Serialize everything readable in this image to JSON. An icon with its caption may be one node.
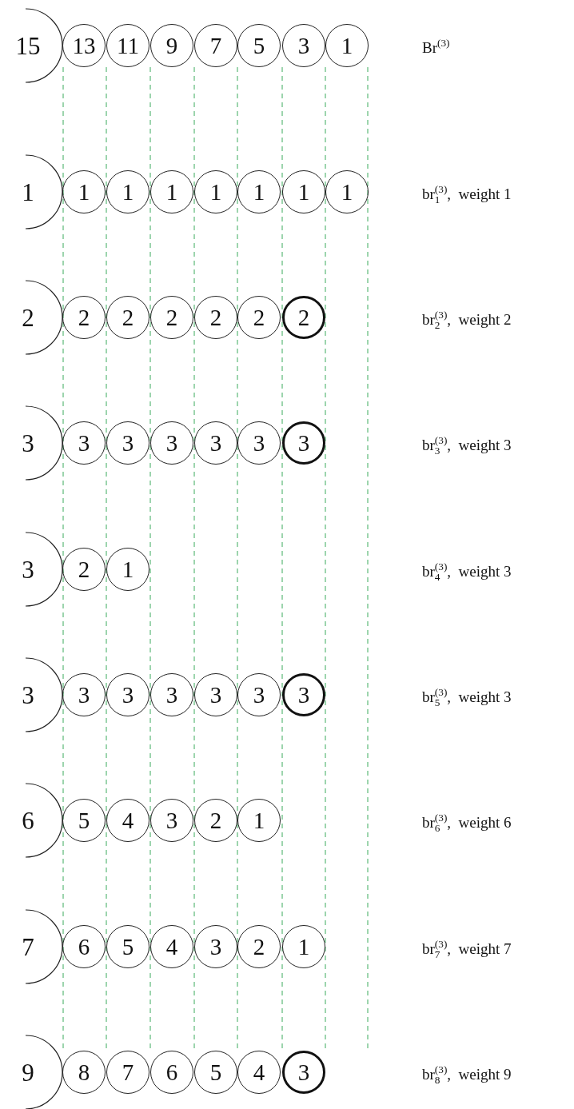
{
  "diagram": {
    "nodes": [
      {
        "text": [
          "15"
        ]
      },
      {
        "text": [
          "13"
        ]
      },
      {
        "text": [
          "11"
        ]
      },
      {
        "text": [
          "9"
        ]
      },
      {
        "text": [
          "7"
        ]
      },
      {
        "text": [
          "5"
        ]
      },
      {
        "text": [
          "3"
        ]
      },
      {
        "text": [
          "1"
        ]
      },
      {
        "text": [
          "1"
        ]
      },
      {
        "text": [
          "1"
        ]
      },
      {
        "text": [
          "1"
        ]
      },
      {
        "text": [
          "1"
        ]
      },
      {
        "text": [
          "1"
        ]
      },
      {
        "text": [
          "1"
        ]
      },
      {
        "text": [
          "1"
        ]
      },
      {
        "text": [
          "1"
        ]
      },
      {
        "text": [
          "2"
        ]
      },
      {
        "text": [
          "2"
        ]
      },
      {
        "text": [
          "2"
        ]
      },
      {
        "text": [
          "2"
        ]
      },
      {
        "text": [
          "2"
        ]
      },
      {
        "text": [
          "2"
        ]
      },
      {
        "text": [
          "2"
        ]
      },
      {
        "text": [
          "3"
        ]
      },
      {
        "text": [
          "3"
        ]
      },
      {
        "text": [
          "3"
        ]
      },
      {
        "text": [
          "3"
        ]
      },
      {
        "text": [
          "3"
        ]
      },
      {
        "text": [
          "3"
        ]
      },
      {
        "text": [
          "3"
        ]
      },
      {
        "text": [
          "3"
        ]
      },
      {
        "text": [
          "2"
        ]
      },
      {
        "text": [
          "1"
        ]
      },
      {
        "text": [
          "3"
        ]
      },
      {
        "text": [
          "3"
        ]
      },
      {
        "text": [
          "3"
        ]
      },
      {
        "text": [
          "3"
        ]
      },
      {
        "text": [
          "3"
        ]
      },
      {
        "text": [
          "3"
        ]
      },
      {
        "text": [
          "3"
        ]
      },
      {
        "text": [
          "6"
        ]
      },
      {
        "text": [
          "5"
        ]
      },
      {
        "text": [
          "4"
        ]
      },
      {
        "text": [
          "3"
        ]
      },
      {
        "text": [
          "2"
        ]
      },
      {
        "text": [
          "1"
        ]
      },
      {
        "text": [
          "7"
        ]
      },
      {
        "text": [
          "6"
        ]
      },
      {
        "text": [
          "5"
        ]
      },
      {
        "text": [
          "4"
        ]
      },
      {
        "text": [
          "3"
        ]
      },
      {
        "text": [
          "2"
        ]
      },
      {
        "text": [
          "1"
        ]
      },
      {
        "text": [
          "9"
        ]
      },
      {
        "text": [
          "8"
        ]
      },
      {
        "text": [
          "7"
        ]
      },
      {
        "text": [
          "6"
        ]
      },
      {
        "text": [
          "5"
        ]
      },
      {
        "text": [
          "4"
        ]
      },
      {
        "text": [
          "3"
        ]
      }
    ],
    "labels": [
      "Br$^{(3)}$",
      "br$_{1}$$^{(3)}$,  weight 1",
      "br$_{2}$$^{(3)}$,  weight 2",
      "br$_{3}$$^{(3)}$,  weight 3",
      "br$_{4}$$^{(3)}$,  weight 3",
      "br$_{5}$$^{(3)}$,  weight 3",
      "br$_{6}$$^{(3)}$,  weight 6",
      "br$_{7}$$^{(3)}$,  weight 7",
      "br$_{8}$$^{(3)}$,  weight 9"
    ]
  }
}
